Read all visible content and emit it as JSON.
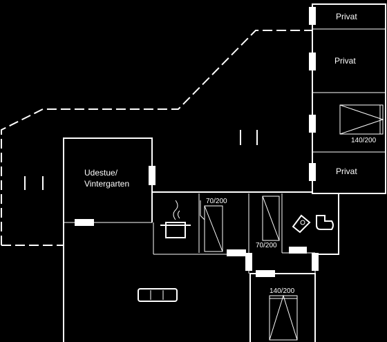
{
  "rooms": {
    "privat_top": "Privat",
    "privat_middle": "Privat",
    "privat_lower": "Privat",
    "udestue_line1": "Udestue/",
    "udestue_line2": "Vintergarten"
  },
  "beds": {
    "bed_right": "140/200",
    "bed_utility_left": "70/200",
    "bed_utility_right": "70/200",
    "bed_bottom": "140/200"
  }
}
